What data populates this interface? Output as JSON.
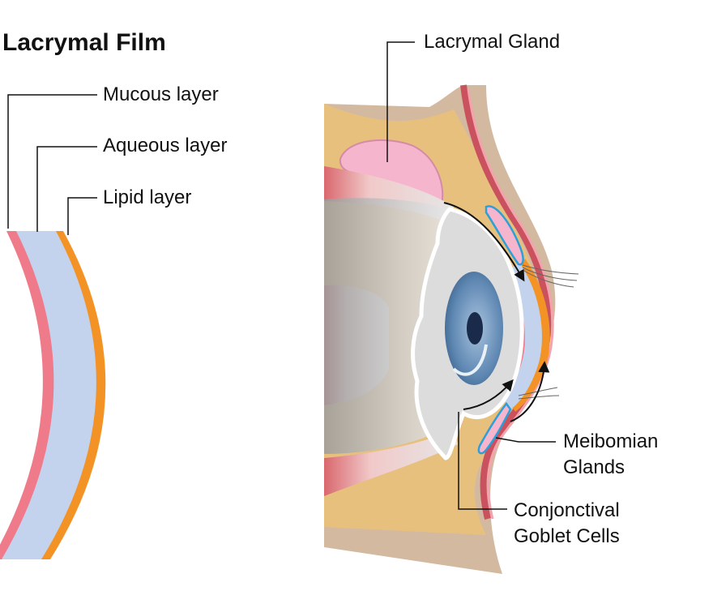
{
  "title": "Lacrymal Film",
  "film_layers": {
    "mucous": "Mucous layer",
    "aqueous": "Aqueous layer",
    "lipid": "Lipid layer"
  },
  "eye_labels": {
    "lacrymal_gland": "Lacrymal Gland",
    "meibomian_line1": "Meibomian",
    "meibomian_line2": "Glands",
    "goblet_line1": "Conjonctival",
    "goblet_line2": "Goblet Cells"
  },
  "colors": {
    "mucous": "#ef7b8a",
    "aqueous": "#c3d3ee",
    "lipid": "#f39325",
    "skin": "#e8c07e",
    "bone": "#d3b9a0",
    "gland": "#f5b5cc",
    "iris": "#5f88b3"
  }
}
